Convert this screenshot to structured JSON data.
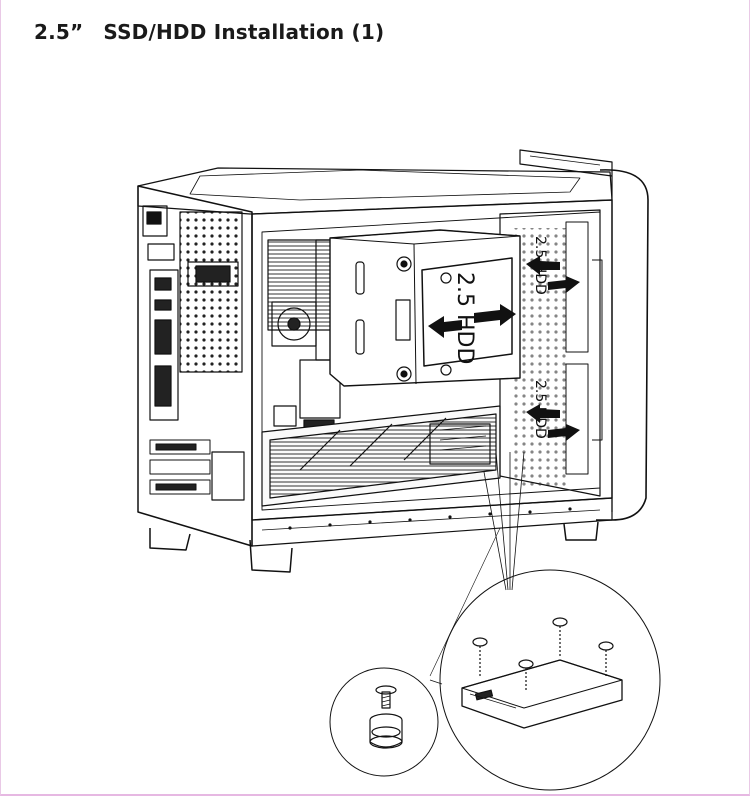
{
  "page": {
    "title_number": "2.5”",
    "title_text": "SSD/HDD Installation (1)"
  },
  "illustration": {
    "bracket_label": "2.5 HDD",
    "main_icon": "pc-case-line-art",
    "detail_icons": [
      "ssd-screw-detail",
      "thumbscrew-grommet-detail"
    ]
  }
}
